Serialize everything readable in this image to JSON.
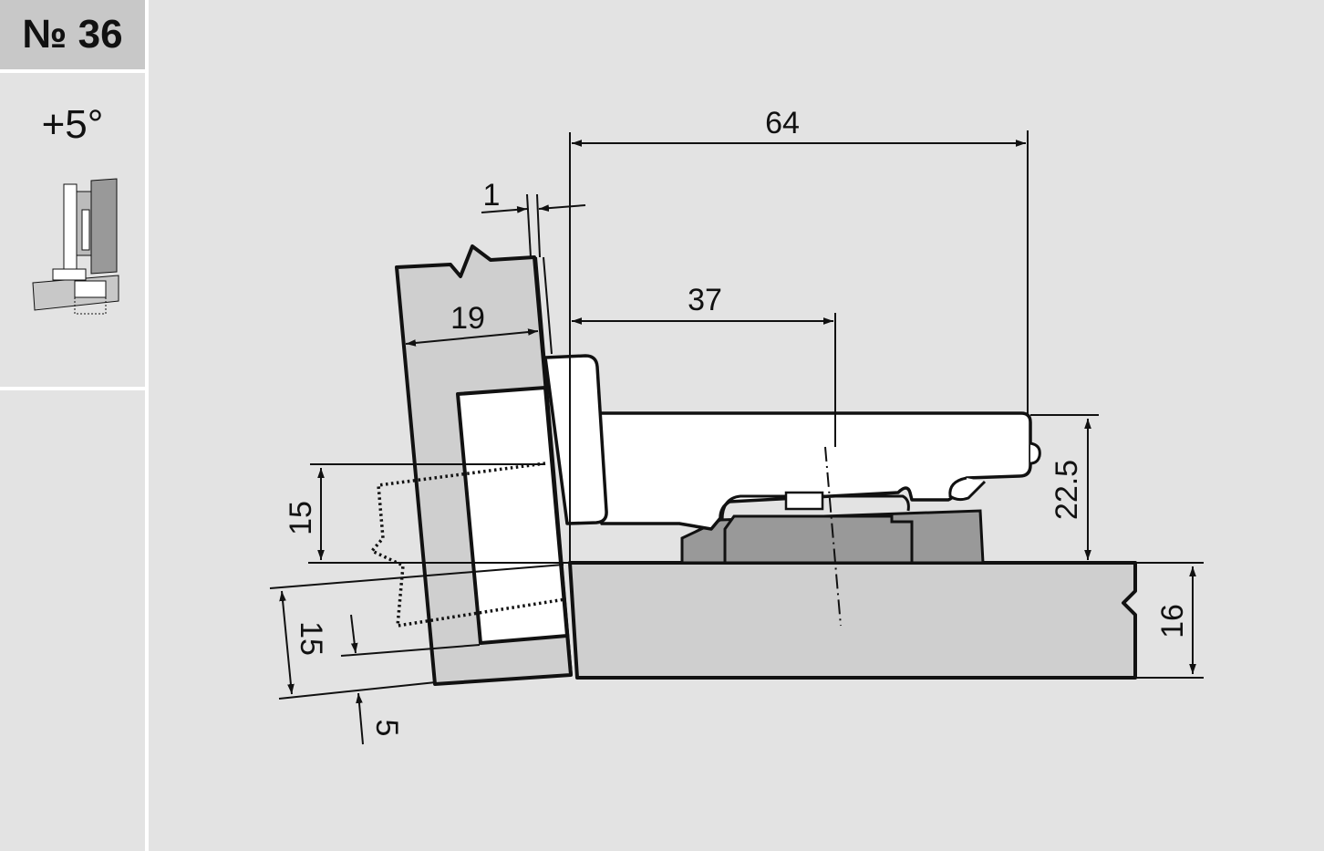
{
  "header": {
    "model_number": "№ 36",
    "angle_label": "+5°"
  },
  "dimensions": {
    "width_64": "64",
    "width_37": "37",
    "gap_1": "1",
    "door_thickness_19": "19",
    "height_22_5": "22.5",
    "panel_16": "16",
    "drill_15_top": "15",
    "drill_15_bottom": "15",
    "edge_5": "5"
  },
  "colors": {
    "background": "#e3e3e3",
    "panel_light": "#cfcfcf",
    "part_dark": "#999999",
    "line": "#111111",
    "hinge_white": "#ffffff"
  }
}
